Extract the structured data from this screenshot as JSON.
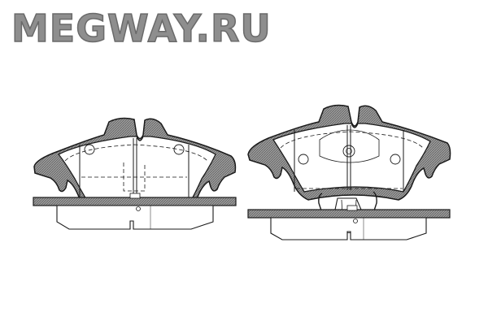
{
  "watermark": {
    "text": "MEGWAY.RU"
  },
  "colors": {
    "line": "#1a1a1a",
    "hatch": "#8a8a8a",
    "watermark": "#8e8e8e"
  },
  "drawing": {
    "subject": "brake-pad-set",
    "views": [
      "left-pad-front",
      "left-pad-side",
      "right-pad-front",
      "right-pad-side"
    ]
  }
}
